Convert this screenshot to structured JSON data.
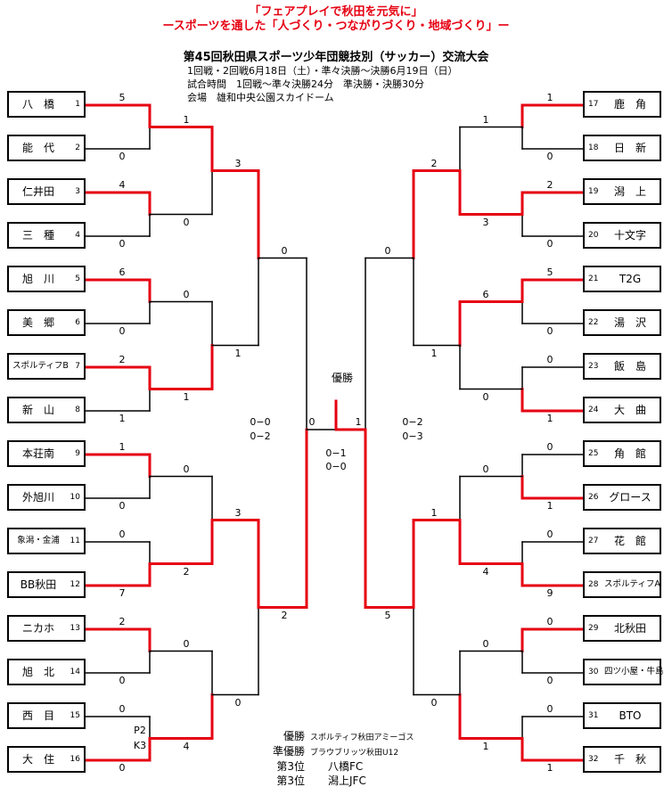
{
  "header": {
    "slogan1": "「フェアプレイで秋田を元気に」",
    "slogan2": "ースポーツを通した「人づくり・つながりづくり・地域づくり」ー",
    "title": "第45回秋田県スポーツ少年団競技別（サッカー）交流大会",
    "line1": "1回戦・2回戦6月18日（土）・準々決勝～決勝6月19日（日）",
    "line2": "試合時間　1回戦～準々決勝24分　準決勝・決勝30分",
    "line3": "会場　雄和中央公園スカイドーム"
  },
  "final_label": "優勝",
  "left_teams": [
    {
      "name": "八　橋",
      "no": "1"
    },
    {
      "name": "能　代",
      "no": "2"
    },
    {
      "name": "仁井田",
      "no": "3"
    },
    {
      "name": "三　種",
      "no": "4"
    },
    {
      "name": "旭　川",
      "no": "5"
    },
    {
      "name": "美　郷",
      "no": "6"
    },
    {
      "name": "スポルティフB",
      "no": "7"
    },
    {
      "name": "新　山",
      "no": "8"
    },
    {
      "name": "本荘南",
      "no": "9"
    },
    {
      "name": "外旭川",
      "no": "10"
    },
    {
      "name": "象潟・金浦",
      "no": "11"
    },
    {
      "name": "BB秋田",
      "no": "12"
    },
    {
      "name": "ニカホ",
      "no": "13"
    },
    {
      "name": "旭　北",
      "no": "14"
    },
    {
      "name": "西　目",
      "no": "15"
    },
    {
      "name": "大　住",
      "no": "16"
    }
  ],
  "right_teams": [
    {
      "name": "鹿　角",
      "no": "17"
    },
    {
      "name": "日　新",
      "no": "18"
    },
    {
      "name": "潟　上",
      "no": "19"
    },
    {
      "name": "十文字",
      "no": "20"
    },
    {
      "name": "T2G",
      "no": "21"
    },
    {
      "name": "湯　沢",
      "no": "22"
    },
    {
      "name": "飯　島",
      "no": "23"
    },
    {
      "name": "大　曲",
      "no": "24"
    },
    {
      "name": "角　館",
      "no": "25"
    },
    {
      "name": "グロース",
      "no": "26"
    },
    {
      "name": "花　館",
      "no": "27"
    },
    {
      "name": "スポルティフA",
      "no": "28"
    },
    {
      "name": "北秋田",
      "no": "29"
    },
    {
      "name": "四ツ小屋・牛島",
      "no": "30"
    },
    {
      "name": "BTO",
      "no": "31"
    },
    {
      "name": "千　秋",
      "no": "32"
    }
  ],
  "scores": {
    "left_r1": [
      [
        "5",
        "0"
      ],
      [
        "4",
        "0"
      ],
      [
        "6",
        "0"
      ],
      [
        "2",
        "1"
      ],
      [
        "1",
        "0"
      ],
      [
        "0",
        "7"
      ],
      [
        "2",
        "0"
      ],
      [
        "0",
        "0"
      ]
    ],
    "left_r1_pk": [
      "P2",
      "K3"
    ],
    "left_r2": [
      [
        "1",
        "0"
      ],
      [
        "0",
        "1"
      ],
      [
        "0",
        "2"
      ],
      [
        "0",
        "4"
      ]
    ],
    "left_qf": [
      [
        "3",
        "1"
      ],
      [
        "3",
        "0"
      ]
    ],
    "left_sf": [
      "0",
      "2"
    ],
    "left_sf_extra": [
      "0−0",
      "0−2"
    ],
    "right_r1": [
      [
        "1",
        "0"
      ],
      [
        "2",
        "0"
      ],
      [
        "5",
        "0"
      ],
      [
        "0",
        "1"
      ],
      [
        "0",
        "1"
      ],
      [
        "0",
        "9"
      ],
      [
        "0",
        "0"
      ],
      [
        "0",
        "1"
      ]
    ],
    "right_r2": [
      [
        "1",
        "3"
      ],
      [
        "6",
        "0"
      ],
      [
        "0",
        "4"
      ],
      [
        "0",
        "1"
      ]
    ],
    "right_qf": [
      [
        "2",
        "1"
      ],
      [
        "1",
        "0"
      ]
    ],
    "right_sf": [
      "0",
      "5"
    ],
    "right_sf_extra": [
      "0−2",
      "0−3"
    ],
    "final": [
      "0",
      "1"
    ],
    "final_extra": [
      "0−1",
      "0−0"
    ]
  },
  "results": {
    "champion_label": "優勝",
    "champion": "スポルティフ秋田アミーゴス",
    "runner_up_label": "準優勝",
    "runner_up": "ブラウブリッツ秋田U12",
    "third_label": "第3位",
    "third1": "八橋FC",
    "third2": "潟上JFC"
  },
  "colors": {
    "winner_line": "#e60012",
    "loser_line": "#000000",
    "slogan": "#e60012"
  }
}
